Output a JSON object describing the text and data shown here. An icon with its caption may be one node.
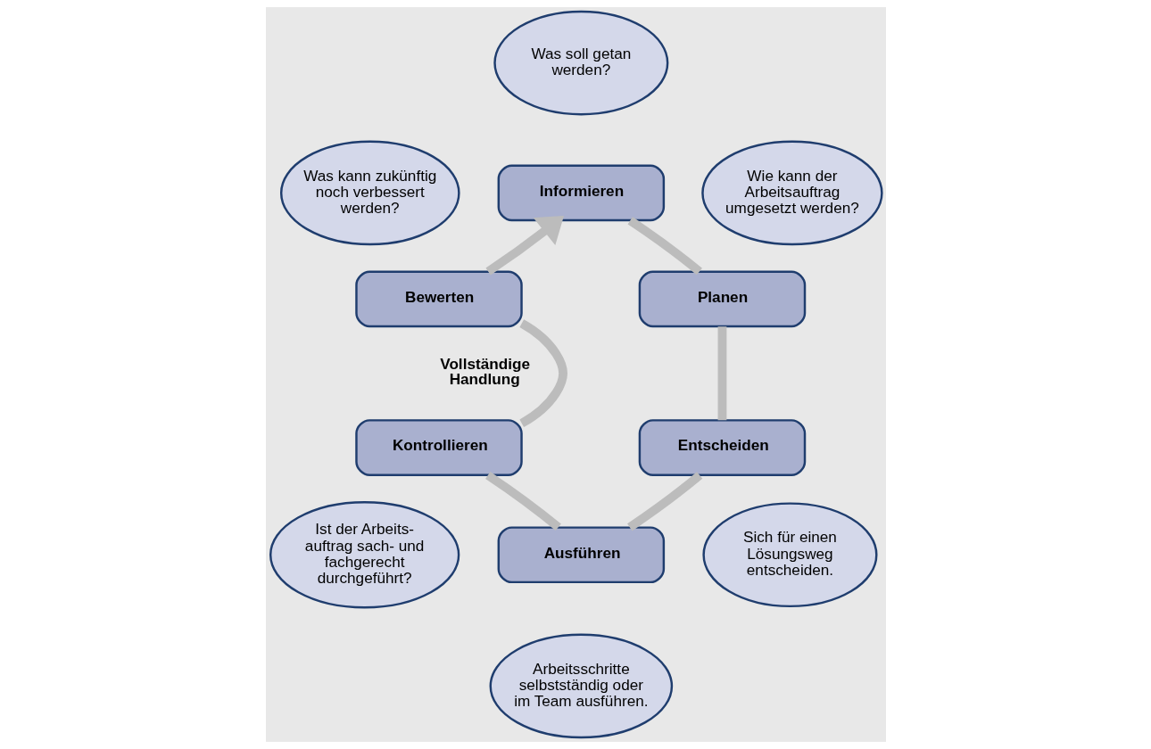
{
  "diagram": {
    "nodes": [
      {
        "text": [
          "Was soll getan werden?"
        ]
      },
      {
        "text": [
          "Informieren"
        ]
      },
      {
        "text": [
          "Was kann zukünftig noch verbessert werden?"
        ]
      },
      {
        "text": [
          "Wie kann der Arbeitsauftrag umgesetzt werden?"
        ]
      },
      {
        "text": [
          "Bewerten"
        ]
      },
      {
        "text": [
          "Planen"
        ]
      },
      {
        "text": [
          "Kontrollieren"
        ]
      },
      {
        "text": [
          "Entscheiden"
        ]
      },
      {
        "text": [
          "Ist der Arbeits- auftrag sach- und fachgerecht durchgeführt?"
        ]
      },
      {
        "text": [
          "Sich für einen Lösungsweg entscheiden."
        ]
      },
      {
        "text": [
          "Ausführen"
        ]
      },
      {
        "text": [
          "Arbeitsschritte selbstständig oder im Team ausführen."
        ]
      }
    ],
    "edges": [
      {
        "from": 1,
        "to": 5,
        "arrow": "none"
      },
      {
        "from": 5,
        "to": 7,
        "arrow": "none"
      },
      {
        "from": 7,
        "to": 10,
        "arrow": "none"
      },
      {
        "from": 10,
        "to": 6,
        "arrow": "none"
      },
      {
        "from": 6,
        "to": 4,
        "arrow": "none"
      },
      {
        "from": 4,
        "to": 1,
        "arrow": "to"
      }
    ],
    "labels": [
      "Vollständige Handlung"
    ]
  }
}
